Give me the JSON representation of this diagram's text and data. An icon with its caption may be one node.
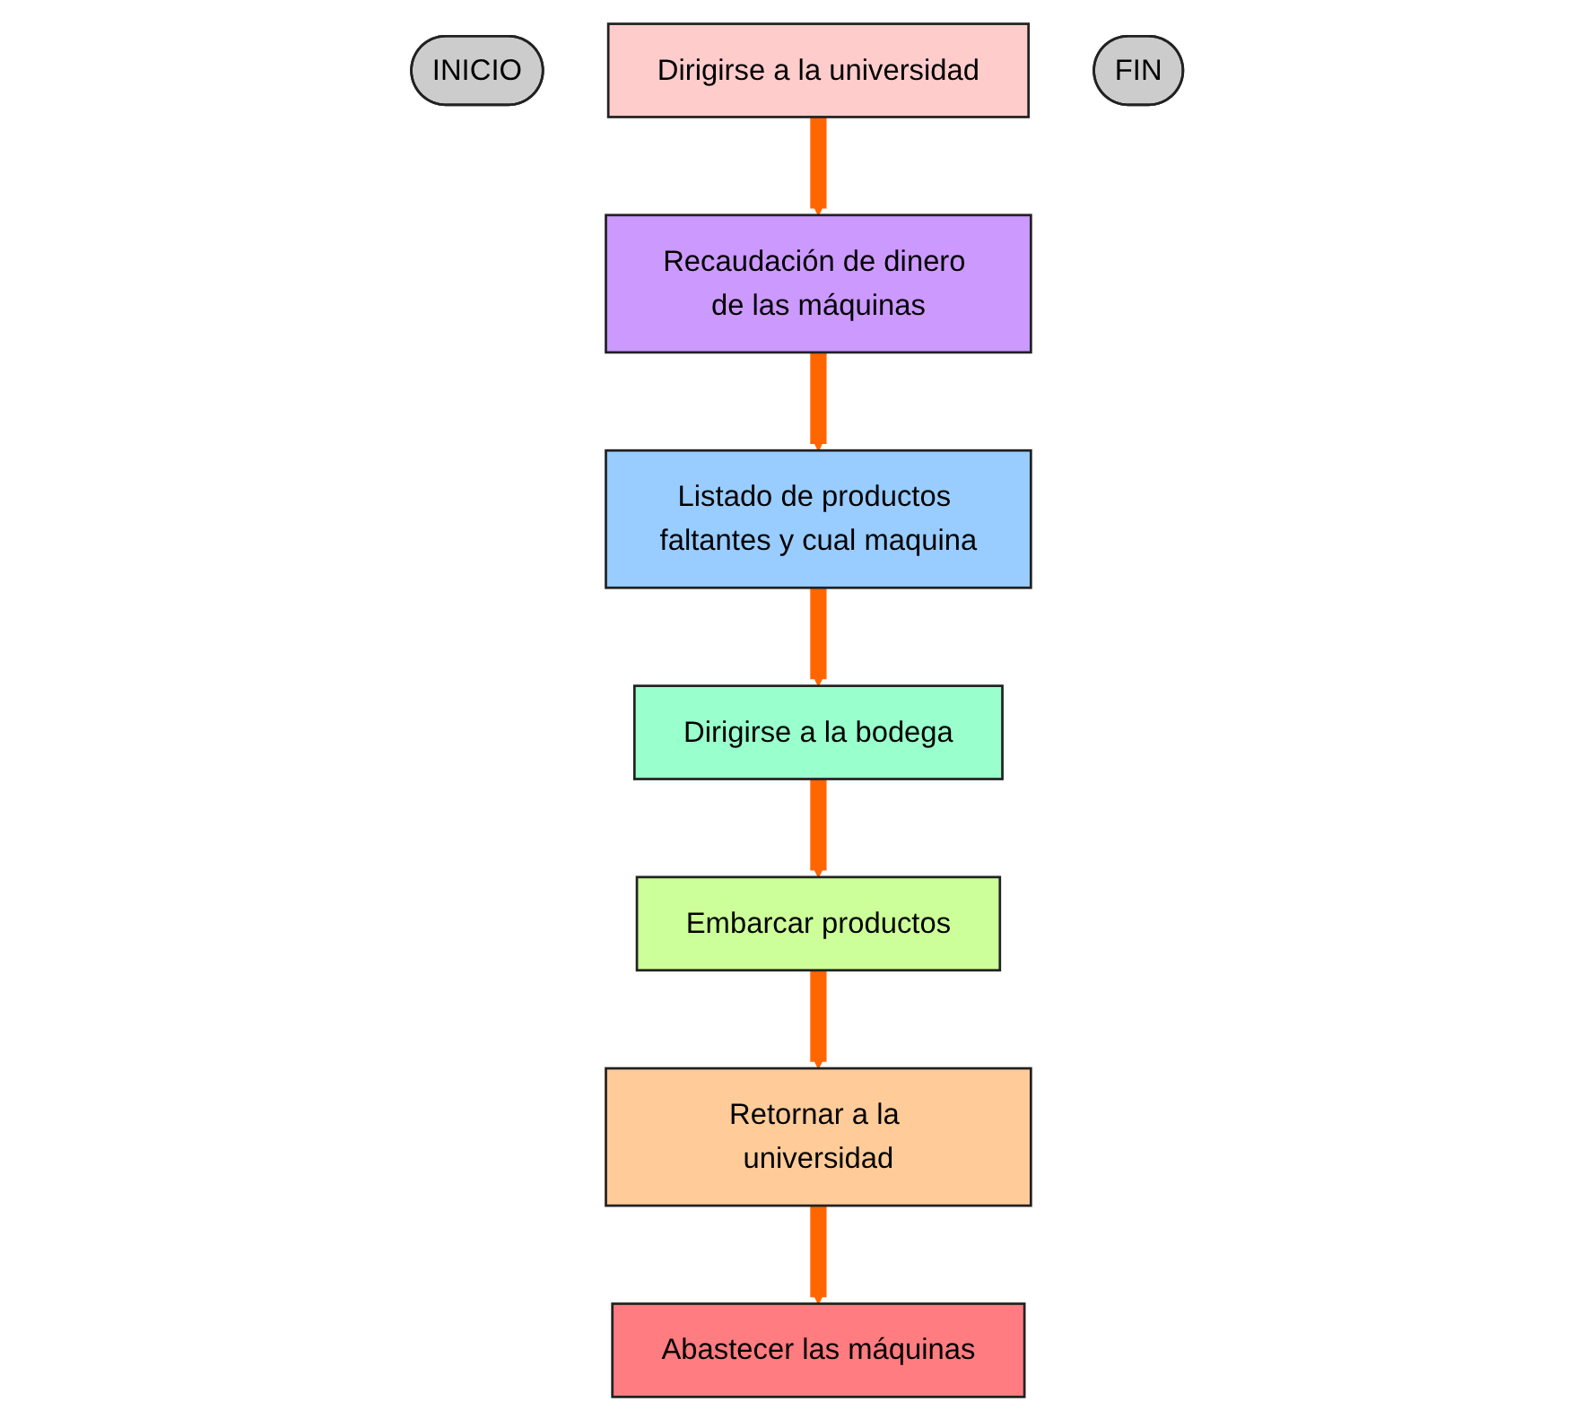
{
  "diagram": {
    "nodes": [
      {
        "text": [
          "INICIO"
        ]
      },
      {
        "text": [
          "Dirigirse a la universidad"
        ]
      },
      {
        "text": [
          "Recaudación de dinero de las máquinas"
        ]
      },
      {
        "text": [
          "Listado de productos faltantes y cual maquina"
        ]
      },
      {
        "text": [
          "Dirigirse a la bodega"
        ]
      },
      {
        "text": [
          "Embarcar productos"
        ]
      },
      {
        "text": [
          "Retornar a la universidad"
        ]
      },
      {
        "text": [
          "Abastecer las máquinas"
        ]
      },
      {
        "text": [
          "FIN"
        ]
      }
    ],
    "edges": [
      {
        "from": 1,
        "to": 2,
        "arrow": "to"
      },
      {
        "from": 2,
        "to": 3,
        "arrow": "to"
      },
      {
        "from": 3,
        "to": 4,
        "arrow": "to"
      },
      {
        "from": 4,
        "to": 5,
        "arrow": "to"
      },
      {
        "from": 5,
        "to": 6,
        "arrow": "to"
      },
      {
        "from": 6,
        "to": 7,
        "arrow": "to"
      }
    ]
  }
}
